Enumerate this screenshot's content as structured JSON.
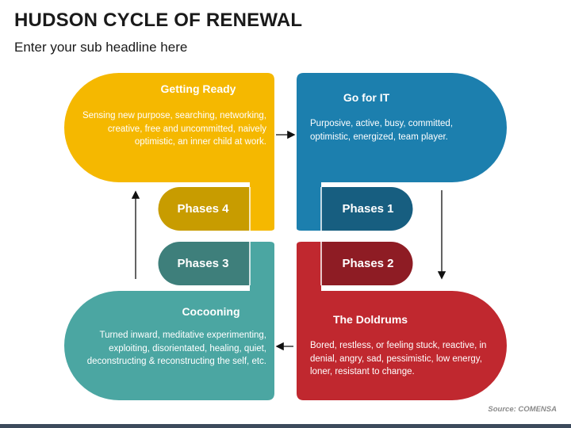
{
  "header": {
    "title": "HUDSON CYCLE OF RENEWAL",
    "subtitle": "Enter your sub headline here"
  },
  "quadrants": [
    {
      "id": "getting-ready",
      "heading": "Getting Ready",
      "body": "Sensing new purpose, searching, networking, creative, free and uncommitted, naively optimistic, an inner child at work.",
      "color": "#F5B800",
      "phase": "Phases 4",
      "phase_color": "#C89C00"
    },
    {
      "id": "go-for-it",
      "heading": "Go for IT",
      "body": "Purposive, active, busy, committed, optimistic, energized, team player.",
      "color": "#1C7FAE",
      "phase": "Phases 1",
      "phase_color": "#175E80"
    },
    {
      "id": "the-doldrums",
      "heading": "The Doldrums",
      "body": "Bored, restless, or feeling stuck, reactive, in denial, angry, sad, pessimistic, low energy, loner, resistant to change.",
      "color": "#C0282F",
      "phase": "Phases 2",
      "phase_color": "#8E1C24"
    },
    {
      "id": "cocooning",
      "heading": "Cocooning",
      "body": "Turned inward, meditative experimenting, exploiting, disorientated, healing, quiet, deconstructing & reconstructing the self, etc.",
      "color": "#4BA6A2",
      "phase": "Phases 3",
      "phase_color": "#3E7F7B"
    }
  ],
  "footer": {
    "source": "Source: COMENSA"
  }
}
